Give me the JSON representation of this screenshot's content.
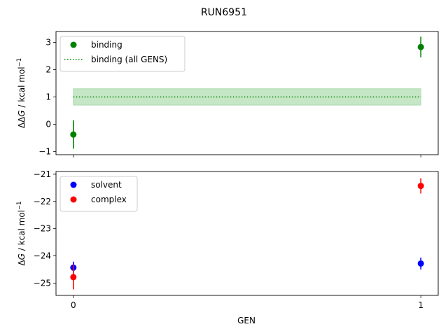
{
  "figure": {
    "title": "RUN6951",
    "xlabel": "GEN"
  },
  "chart_data": [
    {
      "type": "scatter",
      "panel": "top",
      "ylabel_prefix": "ΔΔ",
      "ylabel_var": "G",
      "ylabel_unit": " / kcal mol",
      "ylabel_sup": "−1",
      "xlim": [
        -0.05,
        1.05
      ],
      "ylim": [
        -1.12,
        3.4
      ],
      "xticks": [],
      "yticks": [
        -1,
        0,
        1,
        2,
        3
      ],
      "ytick_labels": [
        "−1",
        "0",
        "1",
        "2",
        "3"
      ],
      "legend_position": "top-left",
      "series": [
        {
          "name": "binding",
          "color": "#008000",
          "marker": "circle",
          "points": [
            {
              "x": 0,
              "y": -0.38,
              "yerr": 0.52
            },
            {
              "x": 1,
              "y": 2.83,
              "yerr": 0.38
            }
          ]
        }
      ],
      "reference": {
        "name": "binding (all GENS)",
        "color": "#008000",
        "style": "dotted",
        "y": 1.0,
        "band": [
          0.7,
          1.3
        ],
        "band_color": "#c2e6c2",
        "x_range": [
          0,
          1
        ]
      }
    },
    {
      "type": "scatter",
      "panel": "bottom",
      "ylabel_prefix": "Δ",
      "ylabel_var": "G",
      "ylabel_unit": " / kcal mol",
      "ylabel_sup": "−1",
      "xlim": [
        -0.05,
        1.05
      ],
      "ylim": [
        -25.45,
        -20.9
      ],
      "xticks": [
        0,
        1
      ],
      "xtick_labels": [
        "0",
        "1"
      ],
      "yticks": [
        -25,
        -24,
        -23,
        -22,
        -21
      ],
      "ytick_labels": [
        "−25",
        "−24",
        "−23",
        "−22",
        "−21"
      ],
      "legend_position": "top-left",
      "series": [
        {
          "name": "solvent",
          "color": "#0000ff",
          "marker": "circle",
          "points": [
            {
              "x": 0,
              "y": -24.43,
              "yerr": 0.22
            },
            {
              "x": 1,
              "y": -24.28,
              "yerr": 0.22
            }
          ]
        },
        {
          "name": "complex",
          "color": "#ff0000",
          "marker": "circle",
          "points": [
            {
              "x": 0,
              "y": -24.78,
              "yerr": 0.45
            },
            {
              "x": 1,
              "y": -21.43,
              "yerr": 0.28
            }
          ]
        }
      ]
    }
  ]
}
